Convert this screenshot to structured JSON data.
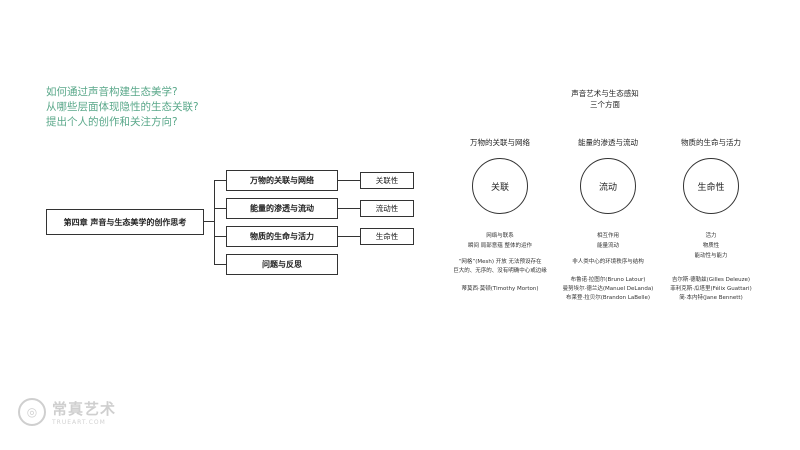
{
  "questions": [
    "如何通过声音构建生态美学?",
    "从哪些层面体现隐性的生态关联?",
    "提出个人的创作和关注方向?"
  ],
  "mindmap": {
    "root": "第四章 声音与生态美学的创作思考",
    "branches": [
      {
        "label": "万物的关联与网络",
        "tag": "关联性"
      },
      {
        "label": "能量的渗透与流动",
        "tag": "流动性"
      },
      {
        "label": "物质的生命与活力",
        "tag": "生命性"
      },
      {
        "label": "问题与反思",
        "tag": ""
      }
    ]
  },
  "right": {
    "title_line1": "声音艺术与生态感知",
    "title_line2": "三个方面",
    "columns": [
      {
        "heading": "万物的关联与网络",
        "circle": "关联",
        "lines": [
          "网络与联系",
          "瞬间 局部意蕴 整体的运作",
          "“网格”(Mesh) 开放 无法预设存在",
          "巨大的、无序的、没有明确中心或边缘"
        ],
        "refs": [
          "蒂莫西·莫顿(Timothy Morton)"
        ]
      },
      {
        "heading": "能量的渗透与流动",
        "circle": "流动",
        "lines": [
          "相互作用",
          "能量流动",
          "非人类中心的环境秩序与结构"
        ],
        "refs": [
          "布鲁诺·拉图尔(Bruno Latour)",
          "曼努埃尔·德兰达(Manuel DeLanda)",
          "布莱登·拉贝尔(Brandon LaBelle)"
        ]
      },
      {
        "heading": "物质的生命与活力",
        "circle": "生命性",
        "lines": [
          "活力",
          "物质性",
          "能动性与能力"
        ],
        "refs": [
          "吉尔斯·德勒兹(Gilles Deleuze)",
          "菲利克斯·瓜塔里(Félix Guattari)",
          "简·本内特(Jane Bennett)"
        ]
      }
    ]
  },
  "watermark": {
    "brand": "常真艺术",
    "sub": "TRUEART.COM"
  }
}
